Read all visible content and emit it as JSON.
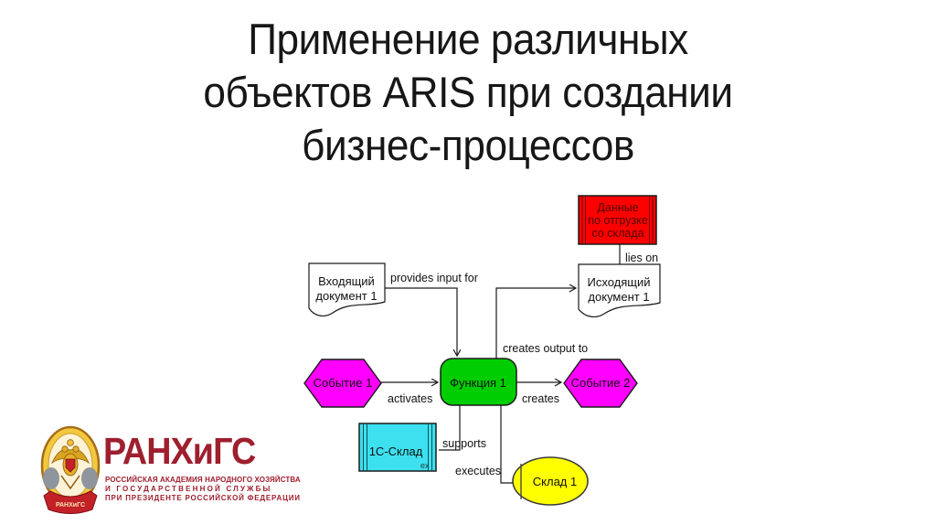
{
  "title": {
    "line1": "Применение различных",
    "line2": "объектов  ARIS при создании",
    "line3": "бизнес-процессов"
  },
  "diagram": {
    "nodes": {
      "data_store": {
        "line1": "Данные",
        "line2": "по отгрузке",
        "line3": "со склада"
      },
      "incoming_doc": {
        "line1": "Входящий",
        "line2": "документ 1"
      },
      "outgoing_doc": {
        "line1": "Исходящий",
        "line2": "документ 1"
      },
      "event1": {
        "label": "Событие 1"
      },
      "event2": {
        "label": "Событие 2"
      },
      "function1": {
        "label": "Функция 1"
      },
      "app_system": {
        "label": "1С-Склад",
        "corner_note": "ex"
      },
      "org_unit": {
        "label": "Склад 1"
      }
    },
    "edges": {
      "lies_on": "lies on",
      "provides_input_for": "provides input for",
      "creates_output_to": "creates output to",
      "activates": "activates",
      "creates": "creates",
      "supports": "supports",
      "executes": "executes"
    },
    "colors": {
      "data_store": "#FF0000",
      "event": "#FF00FF",
      "function": "#00CE00",
      "app_system": "#3DE0EF",
      "org_unit": "#FFFF00",
      "document": "#FFFFFF",
      "line": "#1a1a1a"
    }
  },
  "logo": {
    "acronym": "РАНХиГС",
    "line1": "РОССИЙСКАЯ АКАДЕМИЯ НАРОДНОГО ХОЗЯЙСТВА",
    "line2": "И ГОСУДАРСТВЕННОЙ СЛУЖБЫ",
    "line3": "ПРИ ПРЕЗИДЕНТЕ РОССИЙСКОЙ ФЕДЕРАЦИИ",
    "ribbon_text": "РАНХиГС",
    "brand_color": "#9E1F2E"
  }
}
